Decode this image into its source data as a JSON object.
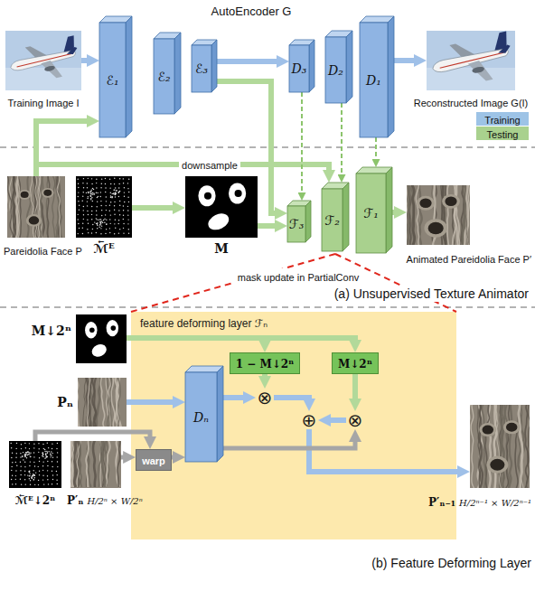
{
  "diagram": {
    "nodes": [
      {
        "text": [
          "Training Image I"
        ]
      },
      {
        "text": [
          "ℰ₁"
        ]
      },
      {
        "text": [
          "ℰ₂"
        ]
      },
      {
        "text": [
          "ℰ₃"
        ]
      },
      {
        "text": [
          "D₃"
        ]
      },
      {
        "text": [
          "D₂"
        ]
      },
      {
        "text": [
          "D₁"
        ]
      },
      {
        "text": [
          "Reconstructed Image G(I)"
        ]
      },
      {
        "text": [
          "Pareidolia Face P"
        ]
      },
      {
        "text": [
          "ℳ⃖ᴱ"
        ]
      },
      {
        "text": [
          "M"
        ]
      },
      {
        "text": [
          "ℱ₃"
        ]
      },
      {
        "text": [
          "ℱ₂"
        ]
      },
      {
        "text": [
          "ℱ₁"
        ]
      },
      {
        "text": [
          "Animated Pareidolia Face P′"
        ]
      },
      {
        "text": [
          "feature deforming layer ℱₙ"
        ]
      },
      {
        "text": [
          "M↓2ⁿ"
        ]
      },
      {
        "text": [
          "1 − M↓2ⁿ"
        ],
        "in": 15
      },
      {
        "text": [
          "M↓2ⁿ"
        ],
        "in": 15
      },
      {
        "text": [
          "Pₙ"
        ]
      },
      {
        "text": [
          "Dₙ"
        ],
        "in": 15
      },
      {
        "text": [
          "ℳ⃖ᴱ↓2ⁿ"
        ]
      },
      {
        "text": [
          "P′ₙ",
          "H/2ⁿ × W/2ⁿ"
        ]
      },
      {
        "text": [
          "warp"
        ],
        "in": 15
      },
      {
        "text": [
          "⊗"
        ],
        "in": 15
      },
      {
        "text": [
          "⊕"
        ],
        "in": 15
      },
      {
        "text": [
          "⊗"
        ],
        "in": 15
      },
      {
        "text": [
          "P′ₙ₋₁",
          "H/2ⁿ⁻¹ × W/2ⁿ⁻¹"
        ]
      }
    ],
    "edges": [
      {
        "from": 0,
        "to": 1,
        "arrow": "to"
      },
      {
        "from": 3,
        "to": 4,
        "arrow": "to"
      },
      {
        "from": 6,
        "to": 7,
        "arrow": "to"
      },
      {
        "from": 8,
        "to": 1,
        "arrow": "to"
      },
      {
        "from": 8,
        "to": 12,
        "label": "downsample",
        "arrow": "to"
      },
      {
        "from": 9,
        "to": 10,
        "arrow": "to"
      },
      {
        "from": 10,
        "to": 11,
        "arrow": "to"
      },
      {
        "from": 3,
        "to": 11,
        "arrow": "to"
      },
      {
        "from": 4,
        "to": 11,
        "arrow": "to"
      },
      {
        "from": 5,
        "to": 12,
        "arrow": "to"
      },
      {
        "from": 6,
        "to": 13,
        "arrow": "to"
      },
      {
        "from": 13,
        "to": 14,
        "arrow": "to"
      },
      {
        "from": 16,
        "to": 17,
        "arrow": "to"
      },
      {
        "from": 16,
        "to": 18,
        "arrow": "to"
      },
      {
        "from": 17,
        "to": 24,
        "arrow": "to"
      },
      {
        "from": 18,
        "to": 26,
        "arrow": "to"
      },
      {
        "from": 19,
        "to": 20,
        "arrow": "to"
      },
      {
        "from": 20,
        "to": 24,
        "arrow": "to"
      },
      {
        "from": 24,
        "to": 25,
        "arrow": "to"
      },
      {
        "from": 26,
        "to": 25,
        "arrow": "to"
      },
      {
        "from": 25,
        "to": 27,
        "arrow": "to"
      },
      {
        "from": 20,
        "to": 26,
        "arrow": "to"
      },
      {
        "from": 21,
        "to": 23,
        "arrow": "to"
      },
      {
        "from": 22,
        "to": 23,
        "arrow": "to"
      },
      {
        "from": 23,
        "to": 20,
        "arrow": "to"
      }
    ],
    "labels": [
      "AutoEncoder G",
      "mask update in PartialConv",
      "(a) Unsupervised Texture Animator",
      "(b) Feature Deforming Layer"
    ],
    "legend": [
      {
        "text": "Training",
        "color": "#9dc3e6"
      },
      {
        "text": "Testing",
        "color": "#a9d18e"
      }
    ]
  }
}
